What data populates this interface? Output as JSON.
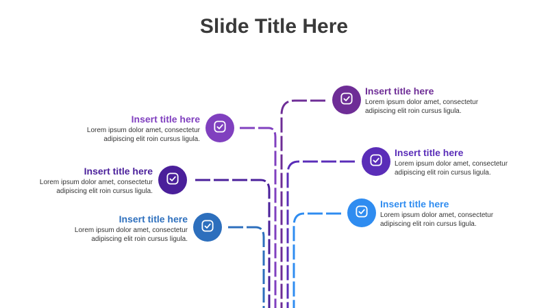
{
  "slide": {
    "title": "Slide Title Here"
  },
  "items": [
    {
      "id": "l1",
      "title": "Insert title here",
      "body": [
        "Lorem ipsum dolor amet, consectetur",
        "adipiscing elit roin cursus ligula."
      ],
      "color": "#8040bf",
      "icon": "check-badge-icon"
    },
    {
      "id": "l2",
      "title": "Insert title here",
      "body": [
        "Lorem ipsum dolor amet, consectetur",
        "adipiscing elit roin cursus ligula."
      ],
      "color": "#4a1f9a",
      "icon": "check-badge-icon"
    },
    {
      "id": "l3",
      "title": "Insert title here",
      "body": [
        "Lorem ipsum dolor amet, consectetur",
        "adipiscing elit roin cursus ligula."
      ],
      "color": "#2d6fbd",
      "icon": "check-badge-icon"
    },
    {
      "id": "r1",
      "title": "Insert title here",
      "body": [
        "Lorem ipsum dolor amet, consectetur",
        "adipiscing elit roin cursus ligula."
      ],
      "color": "#6e2d96",
      "icon": "check-badge-icon"
    },
    {
      "id": "r2",
      "title": "Insert title here",
      "body": [
        "Lorem ipsum dolor amet, consectetur",
        "adipiscing elit roin cursus ligula."
      ],
      "color": "#5a2db8",
      "icon": "check-badge-icon"
    },
    {
      "id": "r3",
      "title": "Insert title here",
      "body": [
        "Lorem ipsum dolor amet, consectetur",
        "adipiscing elit roin cursus ligula."
      ],
      "color": "#2f8cf0",
      "icon": "check-badge-icon"
    }
  ]
}
